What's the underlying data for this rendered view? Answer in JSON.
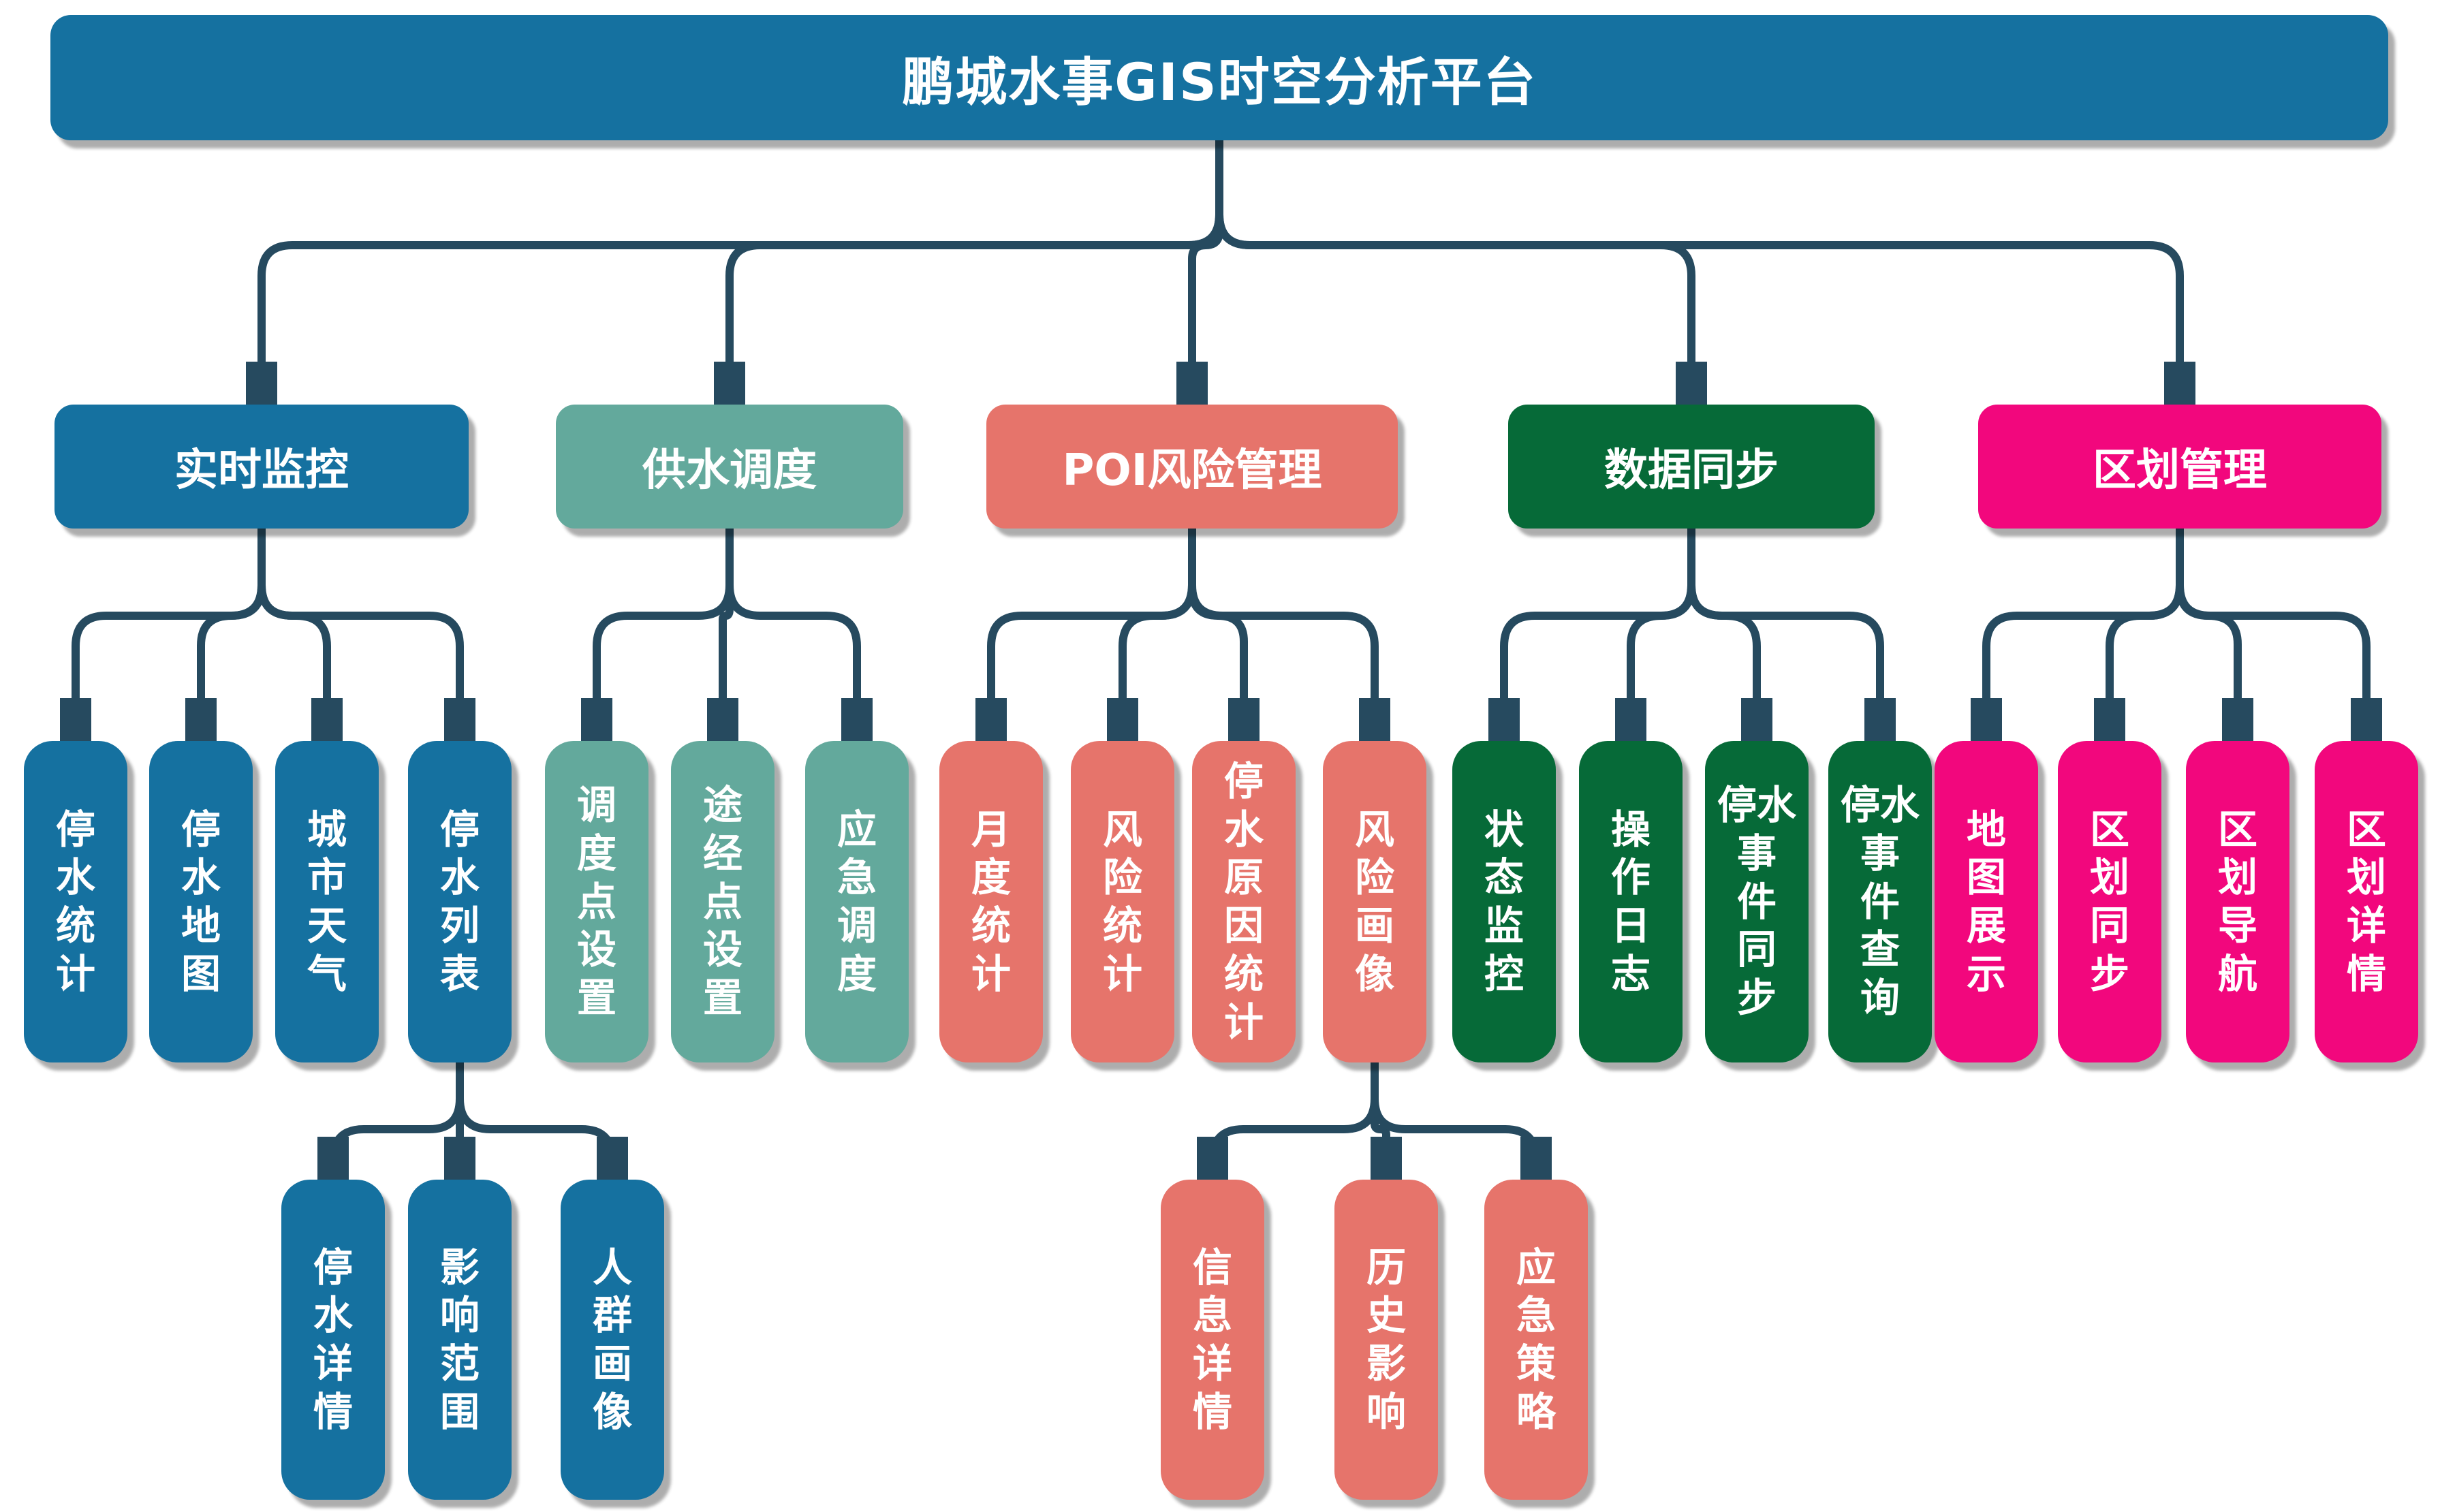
{
  "page": {
    "background": "#ffffff"
  },
  "colors": {
    "node_blue": "#1571A0",
    "node_teal": "#63A99C",
    "node_salmon": "#E6746B",
    "node_green": "#066A38",
    "node_pink": "#F2077D",
    "connector": "#264A5F",
    "text": "#FFFFFF"
  },
  "root": {
    "label": "鹏城水事GIS时空分析平台"
  },
  "branches": [
    {
      "label": "实时监控",
      "children": [
        {
          "text": "停水统计",
          "lines": "停\n水\n统\n计"
        },
        {
          "text": "停水地图",
          "lines": "停\n水\n地\n图"
        },
        {
          "text": "城市天气",
          "lines": "城\n市\n天\n气"
        },
        {
          "text": "停水列表",
          "lines": "停\n水\n列\n表",
          "children": [
            {
              "text": "停水详情",
              "lines": "停\n水\n详\n情"
            },
            {
              "text": "影响范围",
              "lines": "影\n响\n范\n围"
            },
            {
              "text": "人群画像",
              "lines": "人\n群\n画\n像"
            }
          ]
        }
      ]
    },
    {
      "label": "供水调度",
      "children": [
        {
          "text": "调度点设置",
          "lines": "调\n度\n点\n设\n置"
        },
        {
          "text": "途经点设置",
          "lines": "途\n经\n点\n设\n置"
        },
        {
          "text": "应急调度",
          "lines": "应\n急\n调\n度"
        }
      ]
    },
    {
      "label": "POI风险管理",
      "children": [
        {
          "text": "月度统计",
          "lines": "月\n度\n统\n计"
        },
        {
          "text": "风险统计",
          "lines": "风\n险\n统\n计"
        },
        {
          "text": "停水原因统计",
          "lines": "停\n水\n原\n因\n统\n计"
        },
        {
          "text": "风险画像",
          "lines": "风\n险\n画\n像",
          "children": [
            {
              "text": "信息详情",
              "lines": "信\n息\n详\n情"
            },
            {
              "text": "历史影响",
              "lines": "历\n史\n影\n响"
            },
            {
              "text": "应急策略",
              "lines": "应\n急\n策\n略"
            }
          ]
        }
      ]
    },
    {
      "label": "数据同步",
      "children": [
        {
          "text": "状态监控",
          "lines": "状\n态\n监\n控"
        },
        {
          "text": "操作日志",
          "lines": "操\n作\n日\n志"
        },
        {
          "text": "停水事件同步",
          "lines": "停水\n事\n件\n同\n步"
        },
        {
          "text": "停水事件查询",
          "lines": "停水\n事\n件\n查\n询"
        }
      ]
    },
    {
      "label": "区划管理",
      "children": [
        {
          "text": "地图展示",
          "lines": "地\n图\n展\n示"
        },
        {
          "text": "区划同步",
          "lines": "区\n划\n同\n步"
        },
        {
          "text": "区划导航",
          "lines": "区\n划\n导\n航"
        },
        {
          "text": "区划详情",
          "lines": "区\n划\n详\n情"
        }
      ]
    }
  ]
}
